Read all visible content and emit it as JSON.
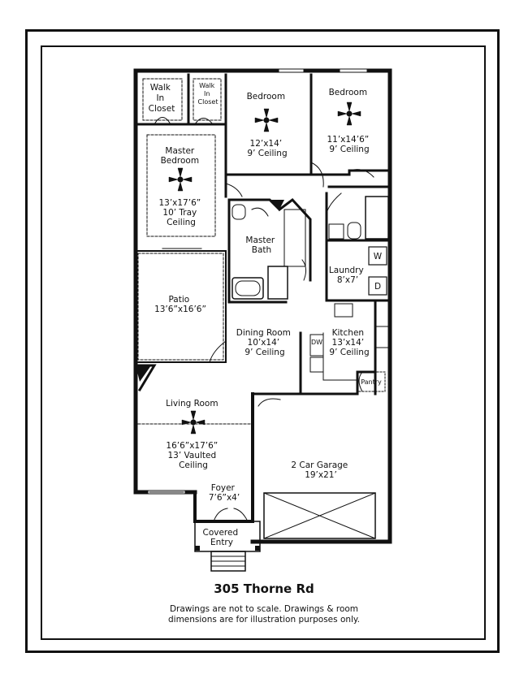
{
  "rooms": {
    "walk_in_closet_1": [
      "Walk",
      "In",
      "Closet"
    ],
    "walk_in_closet_2": [
      "Walk",
      "In",
      "Closet"
    ],
    "bedroom_2": [
      "Bedroom",
      "12’x14’",
      "9’ Ceiling"
    ],
    "bedroom_3": [
      "Bedroom",
      "11’x14’6”",
      "9’ Ceiling"
    ],
    "master_bedroom": [
      "Master",
      "Bedroom",
      "13’x17’6”",
      "10’ Tray",
      "Ceiling"
    ],
    "master_bath": [
      "Master",
      "Bath"
    ],
    "laundry": [
      "Laundry",
      "8’x7’"
    ],
    "washer": "W",
    "dryer": "D",
    "patio": [
      "Patio",
      "13’6”x16’6”"
    ],
    "dining_room": [
      "Dining Room",
      "10’x14’",
      "9’ Ceiling"
    ],
    "kitchen": [
      "Kitchen",
      "13’x14’",
      "9’ Ceiling"
    ],
    "dishwasher": "DW",
    "pantry": "Pantry",
    "living_room": [
      "Living Room",
      "16’6”x17’6”",
      "13’ Vaulted",
      "Ceiling"
    ],
    "garage": [
      "2 Car Garage",
      "19’x21’"
    ],
    "foyer": [
      "Foyer",
      "7’6”x4’"
    ],
    "covered_entry": [
      "Covered",
      "Entry"
    ]
  },
  "footer": {
    "address": "305 Thorne Rd",
    "disclaimer_line1": "Drawings are not to scale. Drawings & room",
    "disclaimer_line2": "dimensions are for illustration purposes only."
  }
}
